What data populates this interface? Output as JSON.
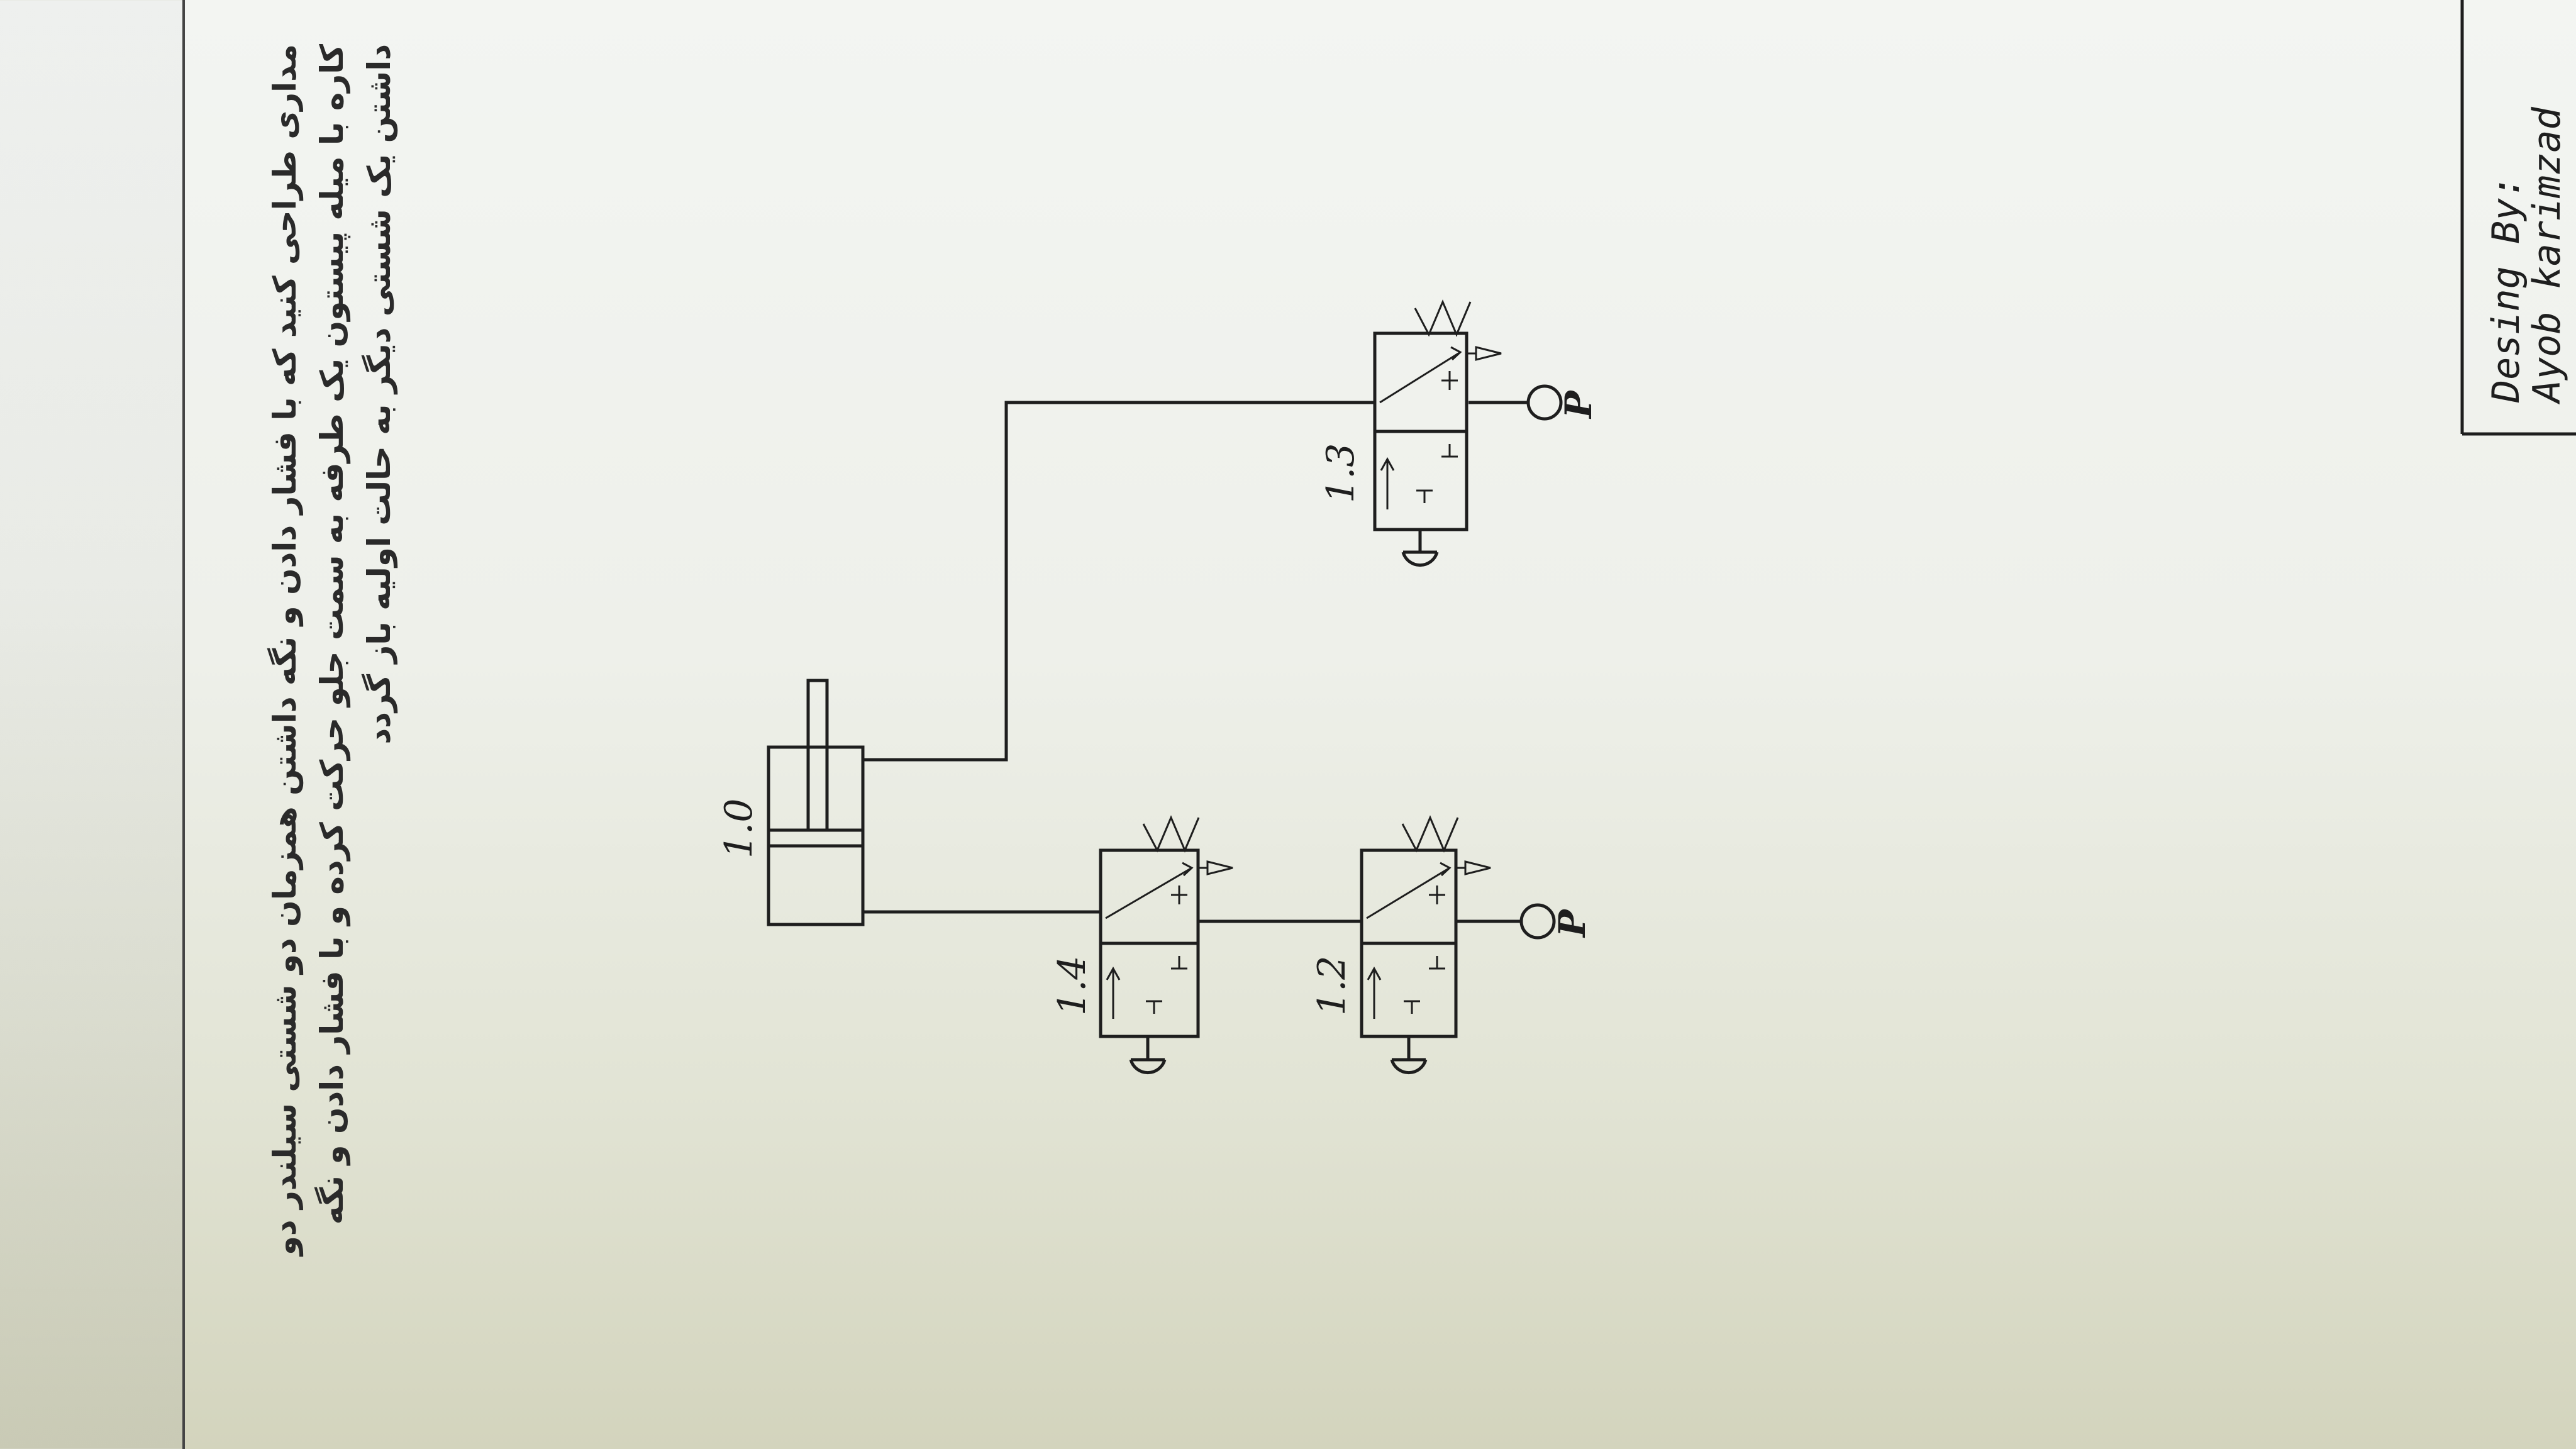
{
  "description_text": {
    "direction": "rtl",
    "lines": [
      "مداری طراحی کنید که با فشار دادن و نگه داشتن همزمان دو شستی سیلندر دو",
      "کاره با میله پیستون یک طرفه به سمت جلو حرکت کرده و با فشار دادن و نگه",
      "داشتن یک شستی دیگر به حالت اولیه باز گردد"
    ]
  },
  "components": {
    "cylinder": {
      "id": "1.0",
      "type": "double-acting cylinder, single-ended rod"
    },
    "valves": [
      {
        "id": "1.2",
        "type": "3/2 valve, push-button, spring return"
      },
      {
        "id": "1.4",
        "type": "3/2 valve, push-button, spring return"
      },
      {
        "id": "1.3",
        "type": "3/2 valve, push-button, spring return"
      }
    ],
    "pressure_symbol": "P"
  },
  "credits": {
    "line1": "Desing  By:",
    "line2": "Ayob  karimzad"
  },
  "colors": {
    "ink": "#1e1e1e",
    "paper": "#eef0ea"
  }
}
